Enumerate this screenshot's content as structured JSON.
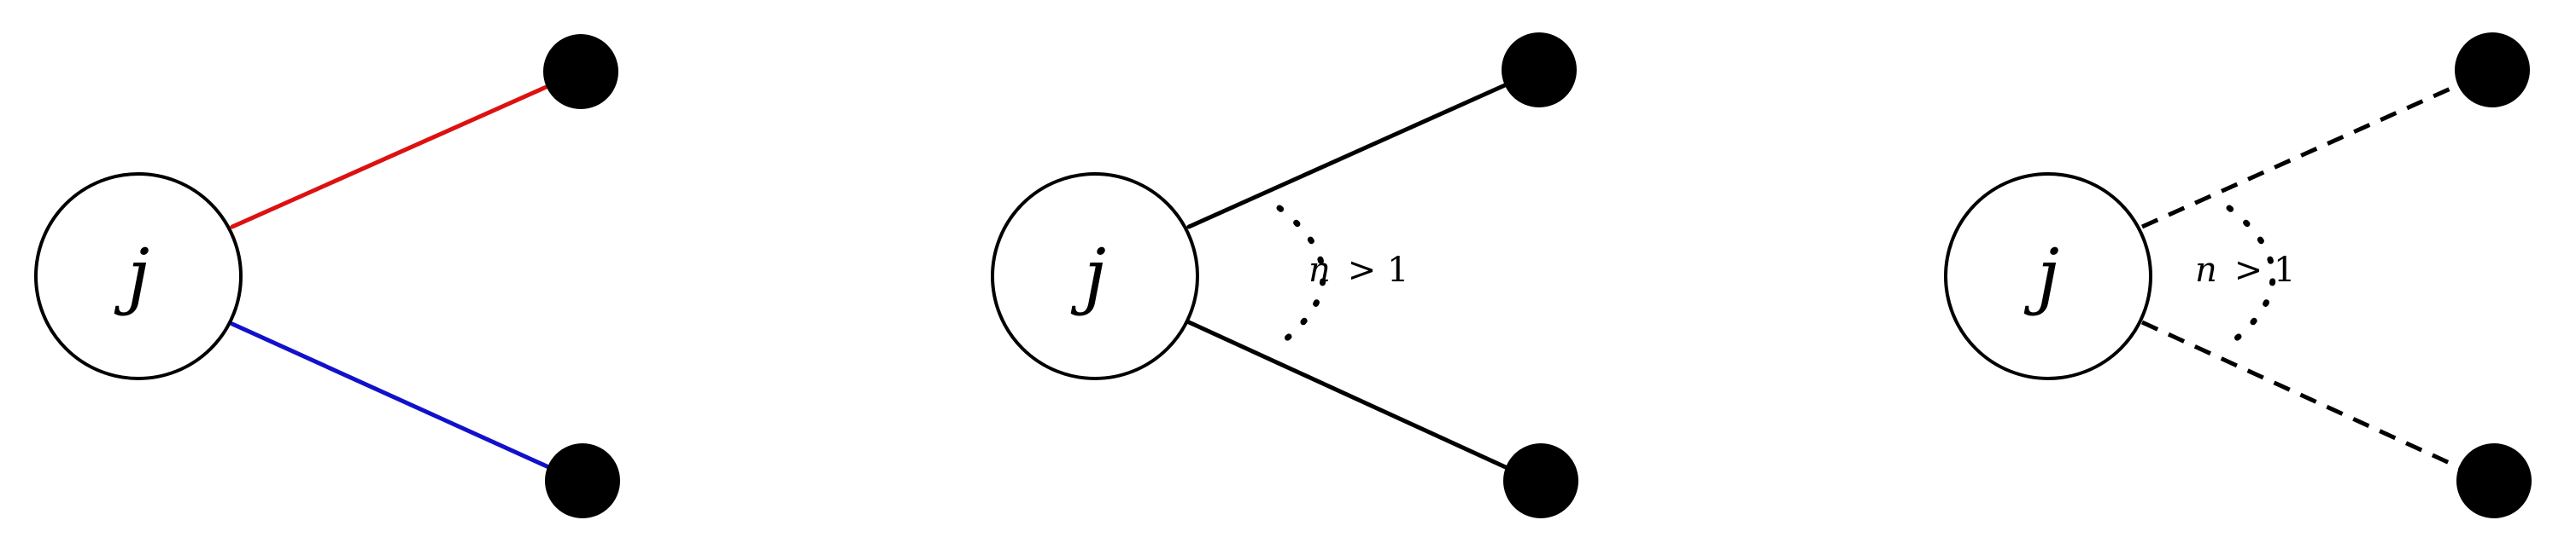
{
  "diagrams": [
    {
      "node_label": "j",
      "edge_style": "solid",
      "edges": [
        {
          "color": "#dd1111"
        },
        {
          "color": "#1111cc"
        }
      ],
      "condition": {
        "variable": "",
        "relation": ""
      }
    },
    {
      "node_label": "j",
      "edge_style": "solid",
      "edges": [
        {
          "color": "#000000"
        },
        {
          "color": "#000000"
        }
      ],
      "condition": {
        "variable": "n",
        "relation": "> 1"
      }
    },
    {
      "node_label": "j",
      "edge_style": "dashed",
      "edges": [
        {
          "color": "#000000"
        },
        {
          "color": "#000000"
        }
      ],
      "condition": {
        "variable": "n",
        "relation": "> 1"
      }
    }
  ]
}
